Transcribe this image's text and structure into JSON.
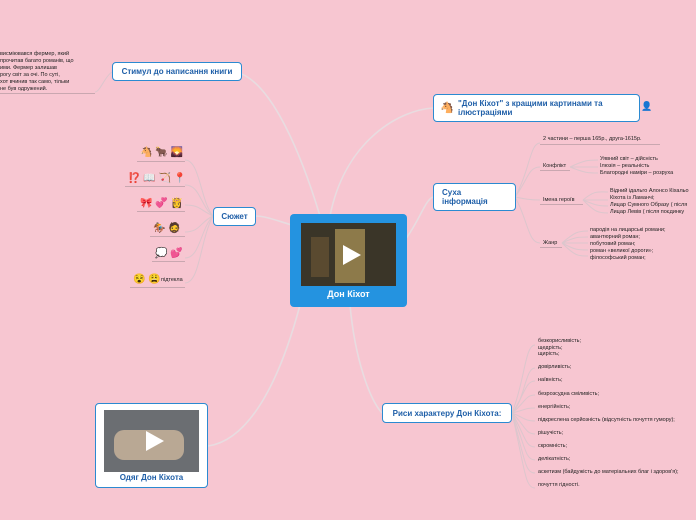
{
  "central": {
    "title": "Дон Кіхот"
  },
  "stimulus": {
    "title": "Стимул до написання книги",
    "note": [
      "висміювався фермер, який",
      "прочитав багато романів, що",
      "ими. Фермер залишав",
      "рогу світ за очі. По суті,",
      "хот вчинив так само, тільки",
      "не був одружений."
    ]
  },
  "gallery": {
    "title": "\"Дон Кіхот\" з кращими картинами та ілюстраціями"
  },
  "syuzhet": {
    "title": "Сюжет",
    "rows": [
      "🐴 🐂 🌄",
      "⁉️ 📖 🏹 📍",
      "🎀 💞 👸",
      "🏇 🧔",
      "💭 💕",
      "😵 😩"
    ],
    "last_note": "підтекла"
  },
  "dry": {
    "title": "Суха інформація",
    "parts": "2 частини – перша 165р., друга-1615р.",
    "conflict_label": "Конфлікт",
    "conflict": [
      "Уявний світ – дійсність",
      "Ілюзія – реальність",
      "Благородні наміри – розруха"
    ],
    "names_label": "Імена героїв",
    "names": [
      "Відний ідальго Алонсо Кіхальо",
      "Кіхота із Ламанчі;",
      "Лицар Сумного Образу ( після",
      "Лицар Левів ( після поєдинку"
    ],
    "genre_label": "Жанр",
    "genre": [
      "пародія на лицарські романи;",
      "авантюрний роман;",
      "побутовий роман;",
      "роман «великої дороги»;",
      "філософський роман;"
    ]
  },
  "traits": {
    "title": "Риси характеру Дон Кіхота:",
    "items": [
      "безкорисливість;",
      "щедрість;",
      "щирість;",
      "довірливість;",
      "наївність;",
      "безрозсудна сміливість;",
      "енергійність;",
      "підкреслена серйозність (відсутність почуття гумору);",
      "рішучість;",
      "скромність;",
      "делікатність;",
      "аскетизм (байдужість до матеріальних благ і здоров'я);",
      "почуття гідності."
    ]
  },
  "clothes": {
    "title": "Одяг Дон Кіхота"
  }
}
